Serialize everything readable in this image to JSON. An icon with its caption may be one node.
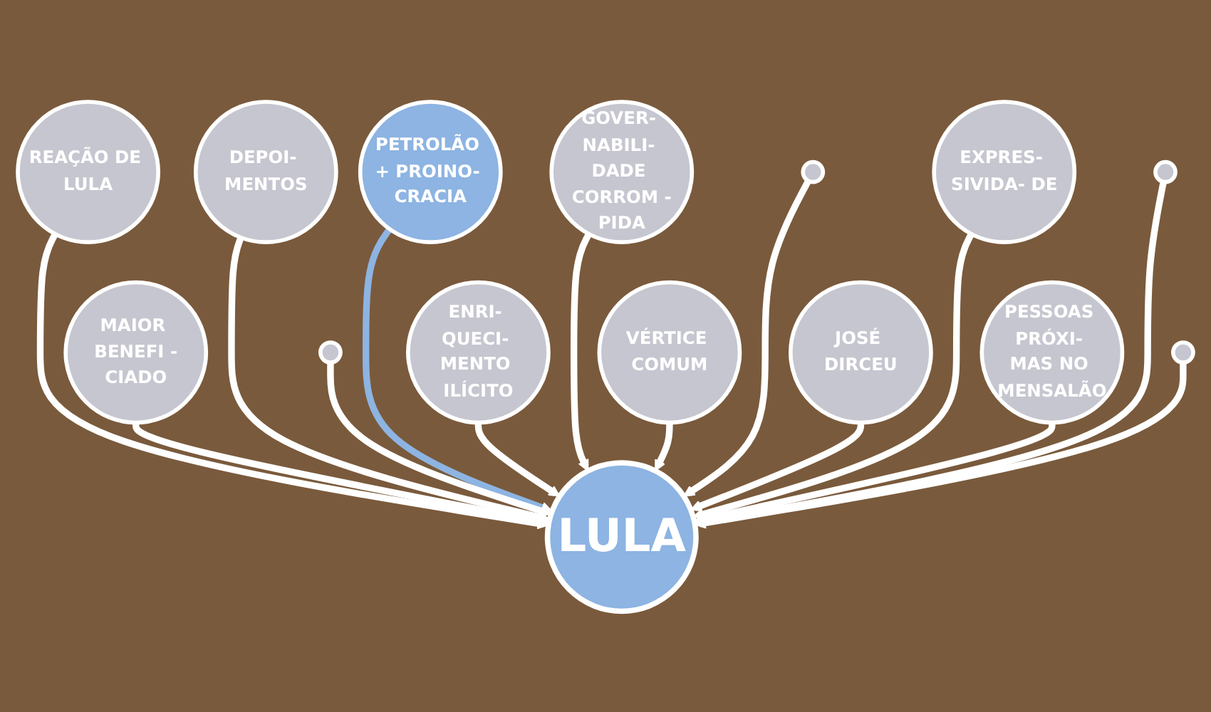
{
  "diagram": {
    "nodes": [
      {
        "text": [
          "REAÇÃO DE LULA"
        ]
      },
      {
        "text": [
          "DEPOI- MENTOS"
        ]
      },
      {
        "text": [
          "PETROLÃO + PROINO- CRACIA"
        ]
      },
      {
        "text": [
          "GOVER- NABILI- DADE CORROM -PIDA"
        ]
      },
      {
        "text": [],
        "shape": "circle"
      },
      {
        "text": [
          "EXPRES- SIVIDA- DE"
        ]
      },
      {
        "text": [],
        "shape": "circle"
      },
      {
        "text": [
          "LULA"
        ]
      },
      {
        "text": [
          "MAIOR BENEFI -CIADO"
        ]
      },
      {
        "text": [],
        "shape": "circle"
      },
      {
        "text": [
          "ENRI- QUECI- MENTO ILÍCITO"
        ]
      },
      {
        "text": [
          "VÉRTICE COMUM"
        ]
      },
      {
        "text": [
          "JOSÉ DIRCEU"
        ]
      },
      {
        "text": [
          "PESSOAS PRÓXI- MAS NO MENSALÃO"
        ]
      },
      {
        "text": [],
        "shape": "circle"
      }
    ],
    "edges": [
      {
        "from": 0,
        "to": 7,
        "arrow": "to"
      },
      {
        "from": 1,
        "to": 7,
        "arrow": "to"
      },
      {
        "from": 2,
        "to": 7,
        "arrow": "to",
        "color": "#8db4e2"
      },
      {
        "from": 3,
        "to": 7,
        "arrow": "to"
      },
      {
        "from": 4,
        "to": 7,
        "arrow": "to"
      },
      {
        "from": 5,
        "to": 7,
        "arrow": "to"
      },
      {
        "from": 6,
        "to": 7,
        "arrow": "to"
      },
      {
        "from": 8,
        "to": 7,
        "arrow": "to"
      },
      {
        "from": 9,
        "to": 7,
        "arrow": "to"
      },
      {
        "from": 10,
        "to": 7,
        "arrow": "to"
      },
      {
        "from": 11,
        "to": 7,
        "arrow": "to"
      },
      {
        "from": 12,
        "to": 7,
        "arrow": "to"
      },
      {
        "from": 13,
        "to": 7,
        "arrow": "to"
      },
      {
        "from": 14,
        "to": 7,
        "arrow": "to"
      }
    ]
  }
}
